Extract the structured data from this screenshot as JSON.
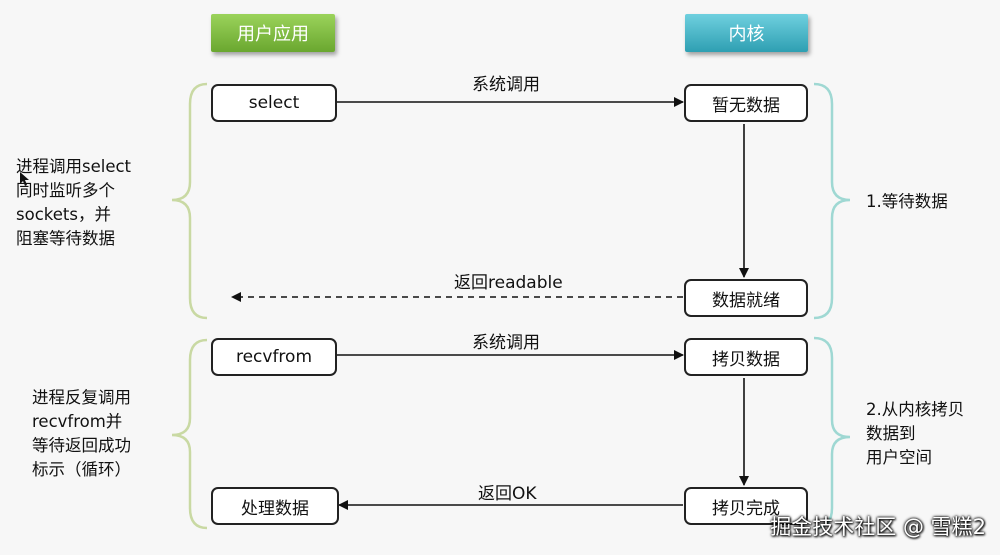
{
  "headers": {
    "user_app": "用户应用",
    "kernel": "内核"
  },
  "user_boxes": {
    "select": "select",
    "recvfrom": "recvfrom",
    "process": "处理数据"
  },
  "kernel_boxes": {
    "no_data": "暂无数据",
    "data_ready": "数据就绪",
    "copy_data": "拷贝数据",
    "copy_done": "拷贝完成"
  },
  "arrow_labels": {
    "syscall_1": "系统调用",
    "return_readable": "返回readable",
    "syscall_2": "系统调用",
    "return_ok": "返回OK"
  },
  "left_notes": {
    "phase1": "进程调用select\n同时监听多个\nsockets，并\n阻塞等待数据",
    "phase2": "进程反复调用\nrecvfrom并\n等待返回成功\n标示（循环）"
  },
  "right_notes": {
    "phase1": "1.等待数据",
    "phase2": "2.从内核拷贝\n数据到\n用户空间"
  },
  "watermark": "掘金技术社区 @ 雪糕2",
  "colors": {
    "user_header": "#7cbd3f",
    "kernel_header": "#3eb0c2",
    "brace_green": "#c9d9a3",
    "brace_teal": "#9fd8d3"
  }
}
